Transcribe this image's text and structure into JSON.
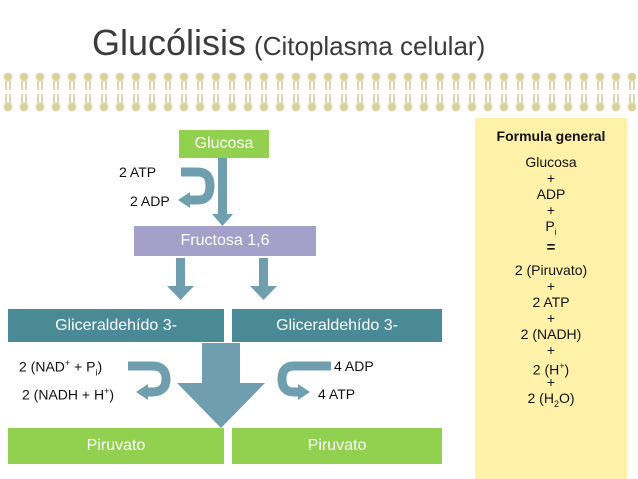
{
  "title": {
    "main": "Glucólisis",
    "sub": "(Citoplasma celular)"
  },
  "diagram": {
    "glucosa": "Glucosa",
    "atp_in": "2 ATP",
    "adp_out": "2 ADP",
    "fructosa": "Fructosa 1,6",
    "gliceraldehido_left": "Gliceraldehído 3-",
    "gliceraldehido_right": "Gliceraldehído 3-",
    "nad_in_a": "2 (NAD",
    "nad_in_b": " + P",
    "nad_in_c": ")",
    "nadh_out_a": "2 (NADH + H",
    "nadh_out_b": ")",
    "adp_in": "4 ADP",
    "atp_out": "4 ATP",
    "piruvato_left": "Piruvato",
    "piruvato_right": "Piruvato"
  },
  "formula": {
    "title": "Formula general",
    "glucosa": "Glucosa",
    "plus": "+",
    "adp": "ADP",
    "pi": "P",
    "pi_sub": "i",
    "equals": "=",
    "piruvato": "2 (Piruvato)",
    "atp": "2 ATP",
    "nadh": "2 (NADH)",
    "h_a": "2 (H",
    "h_b": ")",
    "h2o_a": "2 (H",
    "h2o_sub": "2",
    "h2o_b": "O)"
  },
  "colors": {
    "glucosa_box": "#92d050",
    "fructosa_box": "#a4a0c9",
    "gliceraldehido_box": "#4a8a96",
    "piruvato_box": "#92d050",
    "arrow": "#6f9fae",
    "formula_panel": "#fff2a8"
  }
}
